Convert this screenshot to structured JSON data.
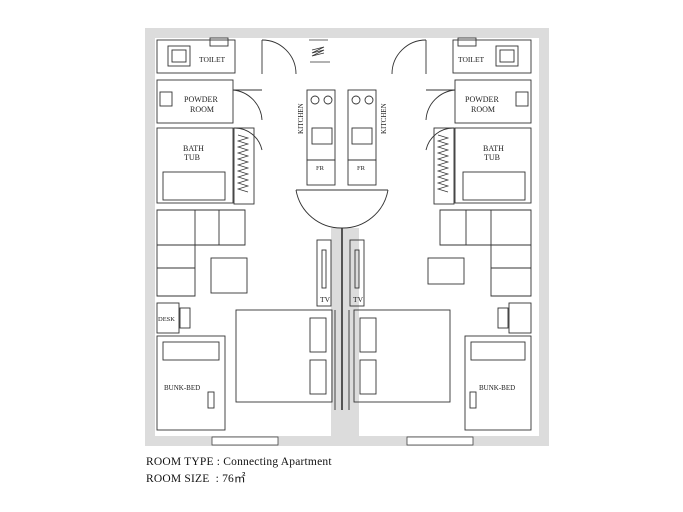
{
  "labels": {
    "toilet": "TOILET",
    "powder_room_1": "POWDER",
    "powder_room_2": "ROOM",
    "bath_1": "BATH",
    "bath_2": "TUB",
    "kitchen": "KITCHEN",
    "fridge": "FR",
    "tv": "TV",
    "desk": "DESK",
    "bunk_bed": "BUNK-BED"
  },
  "caption": {
    "room_type_label": "ROOM TYPE",
    "room_type_value": "Connecting Apartment",
    "room_size_label": "ROOM SIZE",
    "room_size_value": "76㎡"
  },
  "colors": {
    "wall": "#dcdcdc",
    "line": "#333333",
    "background": "#ffffff"
  }
}
